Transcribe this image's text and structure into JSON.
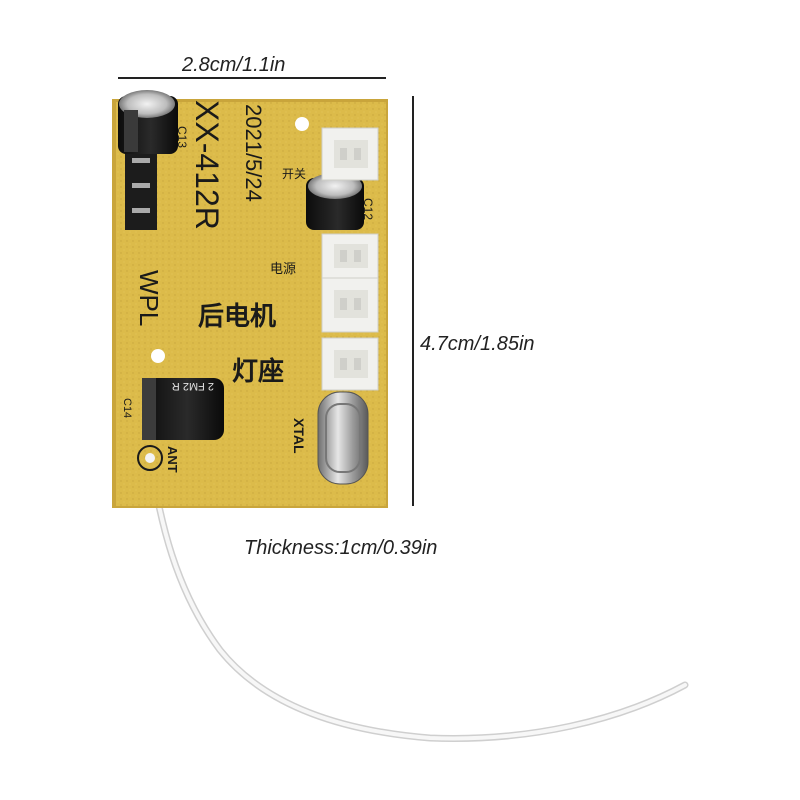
{
  "dimensions": {
    "width": "2.8cm/1.1in",
    "height": "4.7cm/1.85in",
    "thickness": "Thickness:1cm/0.39in"
  },
  "board": {
    "date": "2021/5/24",
    "model": "XX-412R",
    "brand": "WPL",
    "cap_top": "C13",
    "cap_mid": "C12",
    "cap_bottom": "C14",
    "cap_bottom_marking": "2 FM2 R",
    "switch_label": "开关",
    "power_label": "电源",
    "rear_motor_label": "后电机",
    "lamp_label": "灯座",
    "crystal_label": "XTAL",
    "antenna_label": "ANT"
  },
  "colors": {
    "pcb": "#d9b646",
    "pcb_dark": "#b8962e",
    "connector": "#f1f1ee",
    "capacitor": "#1a1a1a",
    "silkscreen": "#1a1a1a",
    "wire": "#f4f4f4"
  }
}
